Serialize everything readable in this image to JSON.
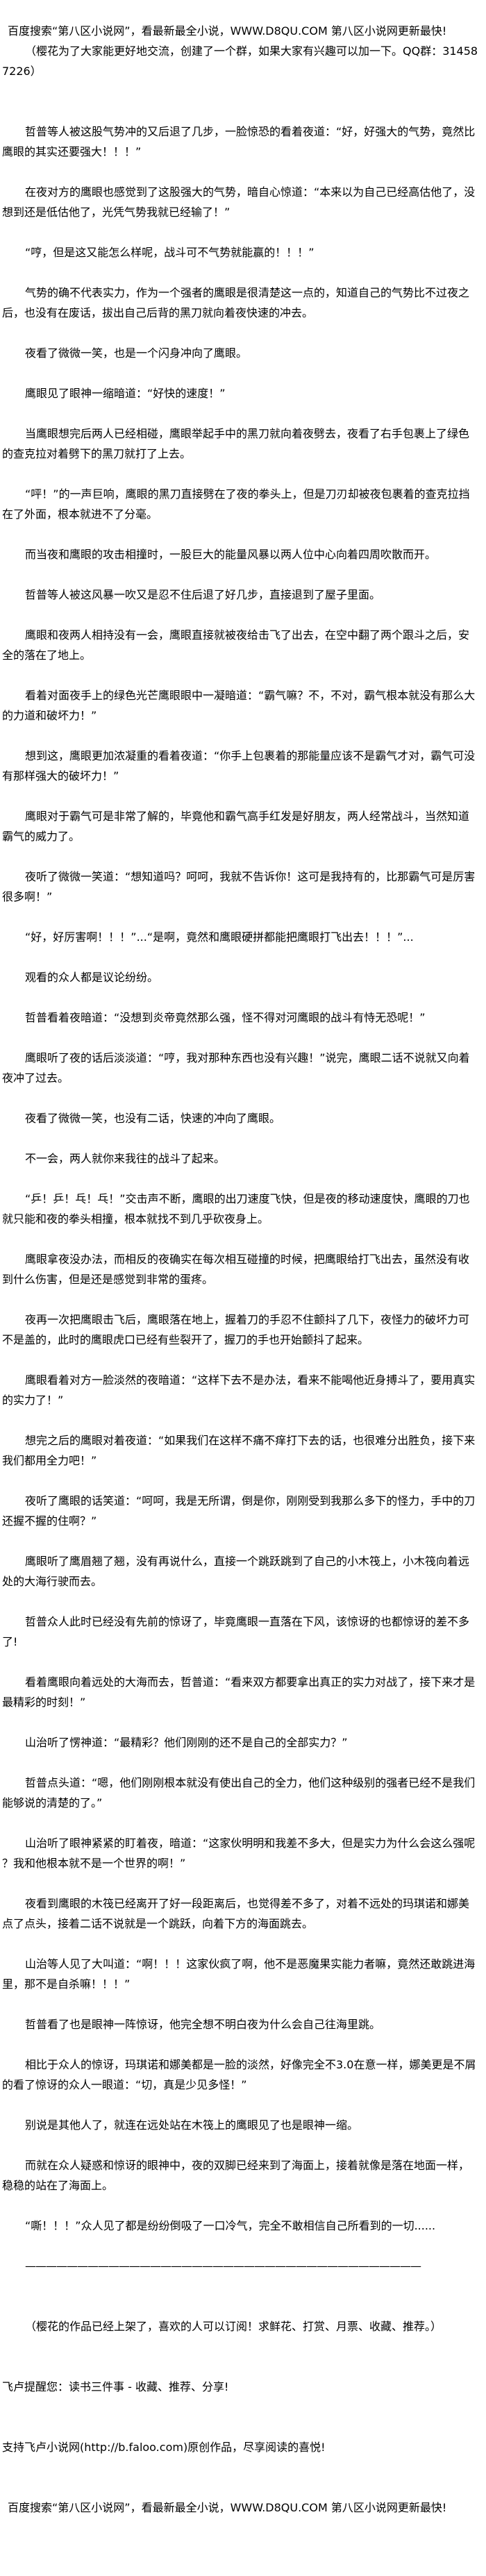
{
  "header": {
    "banner": "百度搜索“第八区小说网”，看最新最全小说，WWW.D8QU.COM  第八区小说网更新最快!",
    "intro": "（樱花为了大家能更好地交流，创建了一个群，如果大家有兴趣可以加一下。QQ群：314587226）"
  },
  "paragraphs": [
    "哲普等人被这股气势冲的又后退了几步，一脸惊恐的看着夜道：“好，好强大的气势，竟然比鹰眼的其实还要强大！！！”",
    "在夜对方的鹰眼也感觉到了这股强大的气势，暗自心惊道：“本来以为自己已经高估他了，没想到还是低估他了，光凭气势我就已经输了！”",
    "“哼，但是这又能怎么样呢，战斗可不气势就能赢的！！！”",
    "气势的确不代表实力，作为一个强者的鹰眼是很清楚这一点的，知道自己的气势比不过夜之后，也没有在废话，拔出自己后背的黑刀就向着夜快速的冲去。",
    "夜看了微微一笑，也是一个闪身冲向了鹰眼。",
    "鹰眼见了眼神一缩暗道：“好快的速度！”",
    "当鹰眼想完后两人已经相碰，鹰眼举起手中的黑刀就向着夜劈去，夜看了右手包裹上了绿色的查克拉对着劈下的黑刀就打了上去。",
    "“呯！”的一声巨响，鹰眼的黑刀直接劈在了夜的拳头上，但是刀刃却被夜包裹着的查克拉挡在了外面，根本就进不了分毫。",
    "而当夜和鹰眼的攻击相撞时，一股巨大的能量风暴以两人位中心向着四周吹散而开。",
    "哲普等人被这风暴一吹又是忍不住后退了好几步，直接退到了屋子里面。",
    "鹰眼和夜两人相持没有一会，鹰眼直接就被夜给击飞了出去，在空中翻了两个跟斗之后，安全的落在了地上。",
    "看着对面夜手上的绿色光芒鹰眼眼中一凝暗道：“霸气嘛？不，不对，霸气根本就没有那么大的力道和破坏力！”",
    "想到这，鹰眼更加浓凝重的看着夜道：“你手上包裹着的那能量应该不是霸气才对，霸气可没有那样强大的破坏力！”",
    "鹰眼对于霸气可是非常了解的，毕竟他和霸气高手红发是好朋友，两人经常战斗，当然知道霸气的威力了。",
    "夜听了微微一笑道：“想知道吗？呵呵，我就不告诉你！这可是我持有的，比那霸气可是厉害很多啊！”",
    "“好，好厉害啊！！！”...“是啊，竟然和鹰眼硬拼都能把鹰眼打飞出去！！！”...",
    "观看的众人都是议论纷纷。",
    "哲普看着夜暗道：“没想到炎帝竟然那么强，怪不得对河鹰眼的战斗有恃无恐呢！”",
    "鹰眼听了夜的话后淡淡道：“哼，我对那种东西也没有兴趣！”说完，鹰眼二话不说就又向着夜冲了过去。",
    "夜看了微微一笑，也没有二话，快速的冲向了鹰眼。",
    "不一会，两人就你来我往的战斗了起来。",
    "“乒！乒！乓！乓！”交击声不断，鹰眼的出刀速度飞快，但是夜的移动速度快，鹰眼的刀也就只能和夜的拳头相撞，根本就找不到几乎砍夜身上。",
    "鹰眼拿夜没办法，而相反的夜确实在每次相互碰撞的时候，把鹰眼给打飞出去，虽然没有收到什么伤害，但是还是感觉到非常的蛋疼。",
    "夜再一次把鹰眼击飞后，鹰眼落在地上，握着刀的手忍不住颤抖了几下，夜怪力的破坏力可不是盖的，此时的鹰眼虎口已经有些裂开了，握刀的手也开始颤抖了起来。",
    "鹰眼看着对方一脸淡然的夜暗道：“这样下去不是办法，看来不能喝他近身搏斗了，要用真实的实力了！”",
    "想完之后的鹰眼对着夜道：“如果我们在这样不痛不痒打下去的话，也很难分出胜负，接下来我们都用全力吧！”",
    "夜听了鹰眼的话笑道：“呵呵，我是无所谓，倒是你，刚刚受到我那么多下的怪力，手中的刀还握不握的住啊？”",
    "鹰眼听了鹰眉翘了翘，没有再说什么，直接一个跳跃跳到了自己的小木筏上，小木筏向着远处的大海行驶而去。",
    "哲普众人此时已经没有先前的惊讶了，毕竟鹰眼一直落在下风，该惊讶的也都惊讶的差不多了!",
    "看着鹰眼向着远处的大海而去，哲普道：“看来双方都要拿出真正的实力对战了，接下来才是最精彩的时刻！”",
    "山治听了愣神道：“最精彩？他们刚刚的还不是自己的全部实力？”",
    "哲普点头道：“嗯，他们刚刚根本就没有使出自己的全力，他们这种级别的强者已经不是我们能够说的清楚的了。”",
    "山治听了眼神紧紧的盯着夜，暗道：“这家伙明明和我差不多大，但是实力为什么会这么强呢？我和他根本就不是一个世界的啊！”",
    "夜看到鹰眼的木筏已经离开了好一段距离后，也觉得差不多了，对着不远处的玛琪诺和娜美点了点头，接着二话不说就是一个跳跃，向着下方的海面跳去。",
    "山治等人见了大叫道：“啊！！！这家伙疯了啊，他不是恶魔果实能力者嘛，竟然还敢跳进海里，那不是自杀嘛！！！”",
    "哲普看了也是眼神一阵惊讶，他完全想不明白夜为什么会自己往海里跳。",
    "相比于众人的惊讶，玛琪诺和娜美都是一脸的淡然，好像完全不3.0在意一样，娜美更是不屑的看了惊讶的众人一眼道：“切，真是少见多怪！”",
    "别说是其他人了，就连在远处站在木筏上的鹰眼见了也是眼神一缩。",
    "而就在众人疑惑和惊讶的眼神中，夜的双脚已经来到了海面上，接着就像是落在地面一样，稳稳的站在了海面上。",
    "“嘶！！！”众人见了都是纷纷倒吸了一口冷气，完全不敢相信自己所看到的一切......"
  ],
  "footer": {
    "separator": "——————————————————————————————————————",
    "author_note": "（樱花的作品已经上架了，喜欢的人可以订阅！求鲜花、打赏、月票、收藏、推荐。）",
    "reminder": "飞卢提醒您：读书三件事 - 收藏、推荐、分享!",
    "support": "支持飞卢小说网(http://b.faloo.com)原创作品，尽享阅读的喜悦!",
    "banner": "百度搜索“第八区小说网”，看最新最全小说，WWW.D8QU.COM  第八区小说网更新最快!"
  }
}
